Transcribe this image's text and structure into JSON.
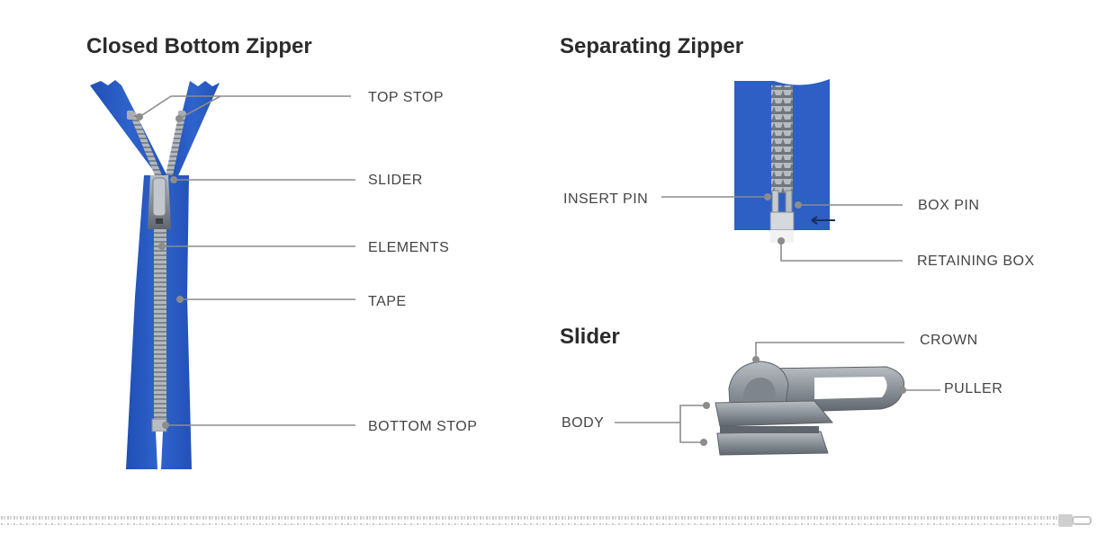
{
  "sections": {
    "closed_bottom": {
      "title": "Closed Bottom Zipper",
      "labels": {
        "top_stop": "TOP STOP",
        "slider": "SLIDER",
        "elements": "ELEMENTS",
        "tape": "TAPE",
        "bottom_stop": "BOTTOM STOP"
      }
    },
    "separating": {
      "title": "Separating Zipper",
      "labels": {
        "insert_pin": "INSERT PIN",
        "box_pin": "BOX PIN",
        "retaining_box": "RETAINING BOX"
      }
    },
    "slider": {
      "title": "Slider",
      "labels": {
        "crown": "CROWN",
        "puller": "PULLER",
        "body": "BODY"
      }
    }
  },
  "colors": {
    "tape_blue": "#2a5bbf",
    "element_gray": "#a9aeb4",
    "leader_line": "#8c8c8c",
    "metal": "#8e959c"
  }
}
